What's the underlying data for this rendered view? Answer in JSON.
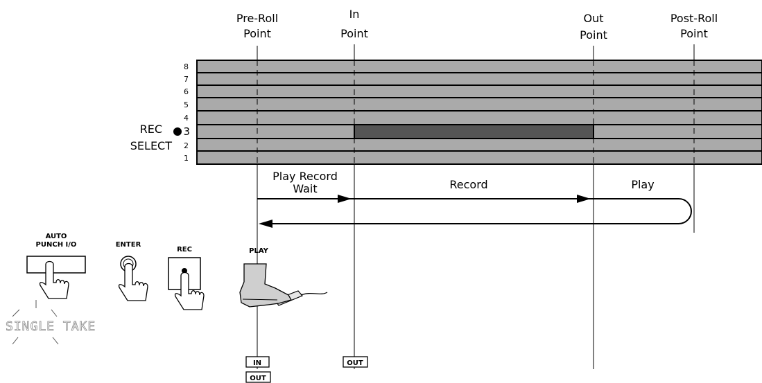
{
  "markers": {
    "preroll": [
      "Pre-Roll",
      "Point"
    ],
    "in": [
      "In",
      "Point"
    ],
    "out": [
      "Out",
      "Point"
    ],
    "postroll": [
      "Post-Roll",
      "Point"
    ]
  },
  "tracks": [
    "8",
    "7",
    "6",
    "5",
    "4",
    "3",
    "2",
    "1"
  ],
  "rec_select": [
    "REC",
    "SELECT"
  ],
  "phases": {
    "play_record_wait": [
      "Play Record",
      "Wait"
    ],
    "record": "Record",
    "play": "Play"
  },
  "buttons": {
    "auto_punch": [
      "AUTO",
      "PUNCH I/O"
    ],
    "enter": "ENTER",
    "rec": "REC",
    "play": "PLAY"
  },
  "display": "SINGLE TAKE",
  "tags": {
    "in": "IN",
    "out": "OUT"
  },
  "colors": {
    "track_fill": "#aaaaaa",
    "record_region": "#555555",
    "line": "#000000"
  }
}
